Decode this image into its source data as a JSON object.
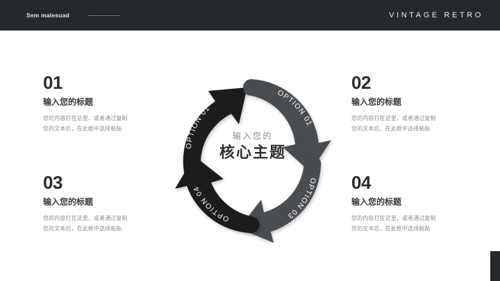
{
  "header": {
    "kicker": "Sem malesuad",
    "brand": "VINTAGE RETRO"
  },
  "blocks": [
    {
      "number": "01",
      "title": "输入您的标题",
      "desc_line1": "您的内容打在这里，或者通过复制",
      "desc_line2": "您的文本后，在此框中选择粘贴"
    },
    {
      "number": "02",
      "title": "输入您的标题",
      "desc_line1": "您的内容打在这里，或者通过复制",
      "desc_line2": "您的文本后，在此框中选择粘贴"
    },
    {
      "number": "03",
      "title": "输入您的标题",
      "desc_line1": "您的内容打在这里，或者通过复制",
      "desc_line2": "您的文本后，在此框中选择粘贴"
    },
    {
      "number": "04",
      "title": "输入您的标题",
      "desc_line1": "您的内容打在这里，或者通过复制",
      "desc_line2": "您的文本后，在此框中选择粘贴"
    }
  ],
  "diagram": {
    "center_sub": "输入您的",
    "center_main": "核心主题",
    "arrows": [
      {
        "label": "OPTION 01",
        "position": "top-left",
        "color": "#1c1c1c"
      },
      {
        "label": "OPTION 01",
        "position": "top-right",
        "color": "#4a4e50"
      },
      {
        "label": "OPTION 03",
        "position": "bottom-right",
        "color": "#4a4e50"
      },
      {
        "label": "OPTION 04",
        "position": "bottom-left",
        "color": "#1c1c1c"
      }
    ]
  },
  "colors": {
    "header_bg": "#26292b",
    "dark_arrow": "#1c1c1c",
    "gray_arrow": "#4a4e50",
    "page_bg": "#ffffff",
    "muted_text": "#8c8c8c"
  }
}
